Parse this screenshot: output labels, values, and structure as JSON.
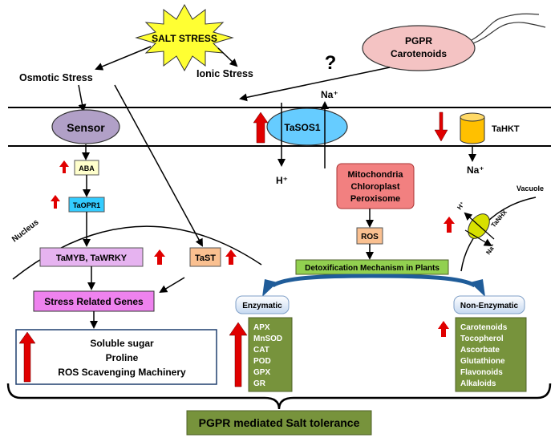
{
  "salt_stress": "SALT STRESS",
  "osmotic_stress": "Osmotic Stress",
  "ionic_stress": "Ionic Stress",
  "pgpr": {
    "line1": "PGPR",
    "line2": "Carotenoids"
  },
  "question_mark": "?",
  "sensor": "Sensor",
  "aba": "ABA",
  "taopr1": "TaOPR1",
  "nucleus": "Nucleus",
  "tamyb": "TaMYB, TaWRKY",
  "tast": "TaST",
  "stress_genes": "Stress Related Genes",
  "response_box": [
    "Soluble sugar",
    "Proline",
    "ROS Scavenging Machinery"
  ],
  "tasos1": "TaSOS1",
  "na_in": "Na⁺",
  "h_out": "H⁺",
  "tahkt": "TaHKT",
  "na_hkt": "Na⁺",
  "organelles": [
    "Mitochondria",
    "Chloroplast",
    "Peroxisome"
  ],
  "ros": "ROS",
  "vacuole": "Vacuole",
  "tanhx": "TaNHX",
  "nhx_h": "H⁺",
  "nhx_na": "Na⁺",
  "detox": "Detoxification Mechanism in Plants",
  "enzymatic": "Enzymatic",
  "non_enzymatic": "Non-Enzymatic",
  "enzymes": [
    "APX",
    "MnSOD",
    "CAT",
    "POD",
    "GPX",
    "GR"
  ],
  "non_enzymes": [
    "Carotenoids",
    "Tocopherol",
    "Ascorbate",
    "Glutathione",
    "Flavonoids",
    "Alkaloids"
  ],
  "tolerance": "PGPR mediated Salt tolerance",
  "colors": {
    "salt_star": "#ffff33",
    "pgpr_fill": "#f4c3c3",
    "sensor_fill": "#b1a0c7",
    "aba_fill": "#ffffcc",
    "taopr1_fill": "#33ccff",
    "tamyb_fill": "#e6b3f0",
    "tast_fill": "#fac090",
    "stress_genes_fill": "#ee82ee",
    "tasos1_fill": "#66ccff",
    "tahkt_fill": "#ffc000",
    "organelle_fill": "#f28080",
    "ros_fill": "#fac090",
    "detox_fill": "#92d050",
    "list_fill": "#77933c",
    "tolerance_fill": "#77933c",
    "red_arrow": "#e00000",
    "blue_arrow": "#1f5c99"
  }
}
